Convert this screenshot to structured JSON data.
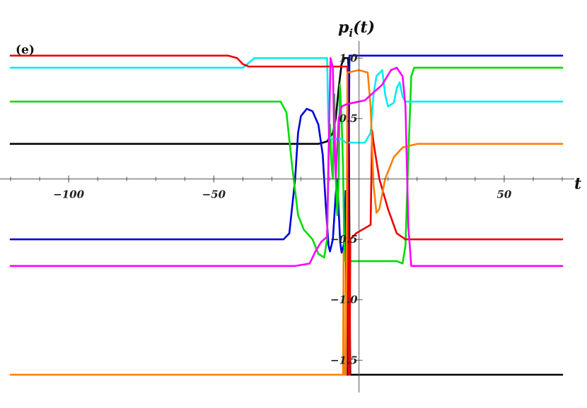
{
  "chart_data": {
    "type": "line",
    "title": "",
    "panel_label": "(e)",
    "xlabel": "t",
    "ylabel": "p_i(t)",
    "ylabel_base": "p",
    "ylabel_sub": "i",
    "ylabel_arg": "(t)",
    "xlim": [
      -120,
      70
    ],
    "ylim": [
      -1.72,
      1.13
    ],
    "grid": false,
    "x_ticks": [
      -100,
      -50,
      50
    ],
    "x_tick_labels": [
      "−100",
      "−50",
      "50"
    ],
    "y_ticks": [
      1.0,
      0.5,
      -0.5,
      -1.0,
      -1.5
    ],
    "y_tick_labels": [
      "1.0",
      "0.5",
      "−0.5",
      "−1.0",
      "−1.5"
    ],
    "series": [
      {
        "color": "#000000",
        "points": [
          [
            -120,
            0.29
          ],
          [
            -14,
            0.29
          ],
          [
            -11,
            0.31
          ],
          [
            -9,
            0.38
          ],
          [
            -8,
            0.5
          ],
          [
            -7,
            0.75
          ],
          [
            -6,
            0.95
          ],
          [
            -5,
            1.0
          ],
          [
            -3.8,
            1.0
          ],
          [
            -3.6,
            0.92
          ],
          [
            -3.4,
            0.0
          ],
          [
            -3.2,
            -1.0
          ],
          [
            -3.0,
            -1.62
          ],
          [
            70,
            -1.62
          ]
        ]
      },
      {
        "color": "#0000dd",
        "points": [
          [
            -120,
            -0.5
          ],
          [
            -26,
            -0.5
          ],
          [
            -24,
            -0.45
          ],
          [
            -22,
            0.0
          ],
          [
            -21,
            0.38
          ],
          [
            -20,
            0.52
          ],
          [
            -18,
            0.58
          ],
          [
            -16,
            0.56
          ],
          [
            -14,
            0.45
          ],
          [
            -12.5,
            0.2
          ],
          [
            -11.5,
            -0.2
          ],
          [
            -10.5,
            -0.55
          ],
          [
            -10,
            -0.6
          ],
          [
            -9,
            -0.5
          ],
          [
            -8,
            -0.12
          ],
          [
            -7.5,
            0.0
          ],
          [
            -6.5,
            -0.52
          ],
          [
            -6,
            -0.61
          ],
          [
            -5,
            -0.52
          ],
          [
            -4.6,
            -0.1
          ],
          [
            -4.4,
            -1.0
          ],
          [
            -4.2,
            -1.62
          ],
          [
            -3.9,
            -1.62
          ],
          [
            -3.6,
            0.0
          ],
          [
            -3.3,
            1.02
          ],
          [
            70,
            1.02
          ]
        ]
      },
      {
        "color": "#00dd00",
        "points": [
          [
            -120,
            0.64
          ],
          [
            -27,
            0.64
          ],
          [
            -25,
            0.55
          ],
          [
            -23,
            0.1
          ],
          [
            -21,
            -0.3
          ],
          [
            -19,
            -0.42
          ],
          [
            -16,
            -0.5
          ],
          [
            -14,
            -0.62
          ],
          [
            -12,
            -0.65
          ],
          [
            -11,
            -0.5
          ],
          [
            -10.5,
            0.1
          ],
          [
            -10,
            0.45
          ],
          [
            -9.5,
            0.12
          ],
          [
            -9,
            0.0
          ],
          [
            -8.5,
            0.7
          ],
          [
            -8,
            0.0
          ],
          [
            -7.5,
            -0.3
          ],
          [
            -7,
            0.0
          ],
          [
            -6.6,
            0.78
          ],
          [
            -6,
            0.5
          ],
          [
            -5.5,
            0.1
          ],
          [
            -5,
            -0.68
          ],
          [
            4,
            -0.68
          ],
          [
            13,
            -0.68
          ],
          [
            15,
            -0.7
          ],
          [
            16,
            -0.55
          ],
          [
            17,
            0.2
          ],
          [
            18,
            0.85
          ],
          [
            19,
            0.92
          ],
          [
            70,
            0.92
          ]
        ]
      },
      {
        "color": "#00eeee",
        "points": [
          [
            -120,
            0.92
          ],
          [
            -40,
            0.92
          ],
          [
            -38,
            0.96
          ],
          [
            -36,
            1.0
          ],
          [
            -30,
            1.0
          ],
          [
            -14,
            1.0
          ],
          [
            -11,
            1.0
          ],
          [
            -10.6,
            0.5
          ],
          [
            -10.3,
            0.35
          ],
          [
            -9.5,
            0.33
          ],
          [
            -6,
            0.33
          ],
          [
            -4.5,
            0.3
          ],
          [
            2,
            0.3
          ],
          [
            4,
            0.38
          ],
          [
            5,
            0.7
          ],
          [
            6,
            0.85
          ],
          [
            8,
            0.9
          ],
          [
            9,
            0.7
          ],
          [
            10,
            0.6
          ],
          [
            12,
            0.63
          ],
          [
            13,
            0.75
          ],
          [
            14,
            0.8
          ],
          [
            15,
            0.68
          ],
          [
            16,
            0.64
          ],
          [
            70,
            0.64
          ]
        ]
      },
      {
        "color": "#ee0000",
        "points": [
          [
            -120,
            1.02
          ],
          [
            -45,
            1.02
          ],
          [
            -42,
            1.0
          ],
          [
            -40,
            0.95
          ],
          [
            -38,
            0.93
          ],
          [
            -14,
            0.93
          ],
          [
            -5,
            0.93
          ],
          [
            -4,
            0.93
          ],
          [
            -3.5,
            -1.62
          ],
          [
            -3.2,
            -1.62
          ],
          [
            -3.0,
            -0.5
          ],
          [
            -1,
            -0.45
          ],
          [
            4,
            -0.38
          ],
          [
            4.5,
            0.4
          ],
          [
            5,
            0.3
          ],
          [
            7,
            0.0
          ],
          [
            10,
            -0.25
          ],
          [
            13,
            -0.45
          ],
          [
            16,
            -0.5
          ],
          [
            70,
            -0.5
          ]
        ]
      },
      {
        "color": "#ff7f00",
        "points": [
          [
            -120,
            -1.62
          ],
          [
            -6,
            -1.62
          ],
          [
            -5.5,
            -1.62
          ],
          [
            -5.3,
            -0.6
          ],
          [
            -5.1,
            -1.62
          ],
          [
            -4.5,
            -1.62
          ],
          [
            -4.3,
            -0.6
          ],
          [
            -4.0,
            0.88
          ],
          [
            0,
            0.9
          ],
          [
            3,
            0.88
          ],
          [
            4,
            0.6
          ],
          [
            5,
            -0.05
          ],
          [
            6,
            -0.28
          ],
          [
            7,
            -0.25
          ],
          [
            9,
            0.0
          ],
          [
            12,
            0.18
          ],
          [
            15,
            0.26
          ],
          [
            20,
            0.29
          ],
          [
            70,
            0.29
          ]
        ]
      },
      {
        "color": "#ff00ff",
        "points": [
          [
            -120,
            -0.72
          ],
          [
            -22,
            -0.72
          ],
          [
            -17,
            -0.7
          ],
          [
            -15,
            -0.6
          ],
          [
            -13,
            -0.52
          ],
          [
            -11,
            -0.48
          ],
          [
            -10.5,
            0.2
          ],
          [
            -9.8,
            1.0
          ],
          [
            -9,
            0.92
          ],
          [
            -8.5,
            0.3
          ],
          [
            -8,
            0.0
          ],
          [
            -7,
            0.5
          ],
          [
            -6,
            0.6
          ],
          [
            -4,
            0.62
          ],
          [
            2,
            0.65
          ],
          [
            8,
            0.78
          ],
          [
            11,
            0.9
          ],
          [
            13,
            0.92
          ],
          [
            15,
            0.85
          ],
          [
            16,
            0.6
          ],
          [
            17,
            -0.4
          ],
          [
            18,
            -0.72
          ],
          [
            70,
            -0.72
          ]
        ]
      }
    ]
  }
}
